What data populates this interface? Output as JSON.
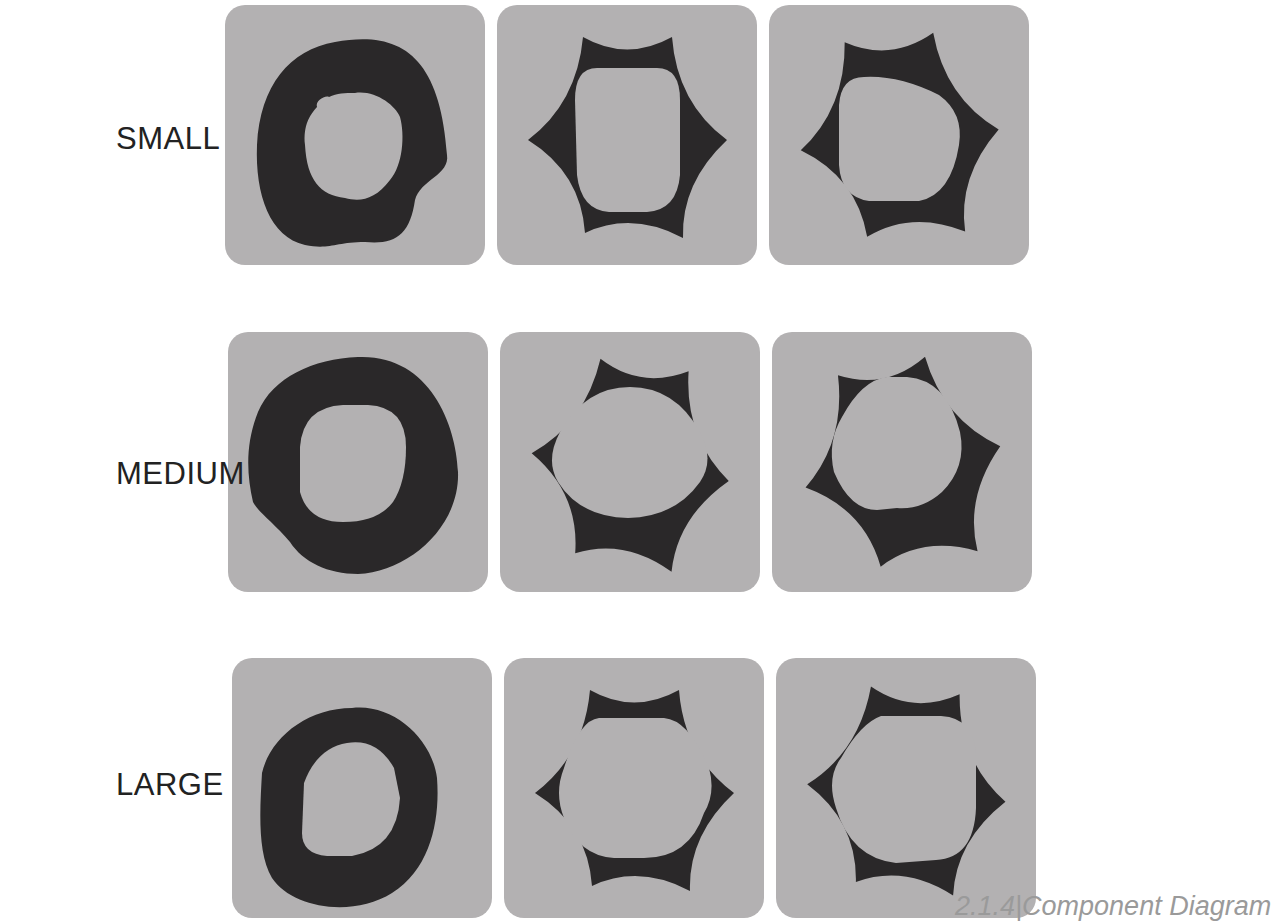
{
  "diagram": {
    "caption": "2.1.4|Component Diagram",
    "labels": [
      "SMALL",
      "MEDIUM",
      "LARGE"
    ]
  }
}
